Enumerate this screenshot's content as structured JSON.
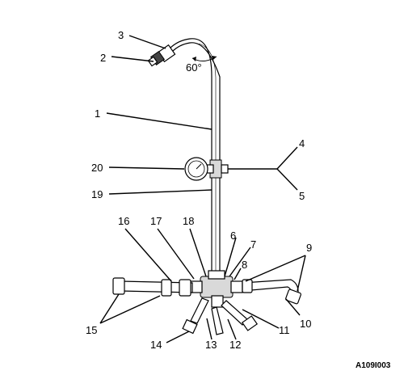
{
  "figure_id": "A109I003",
  "angle_label": "60°",
  "callouts": [
    "1",
    "2",
    "3",
    "4",
    "5",
    "6",
    "7",
    "8",
    "9",
    "10",
    "11",
    "12",
    "13",
    "14",
    "15",
    "16",
    "17",
    "18",
    "19",
    "20"
  ],
  "colors": {
    "line": "#000000",
    "shade": "#d9d9d9",
    "background": "#ffffff"
  }
}
